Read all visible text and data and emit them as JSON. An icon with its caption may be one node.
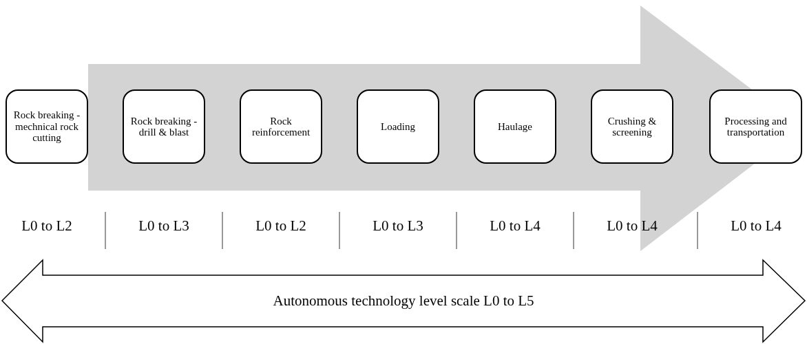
{
  "diagram": {
    "nodes": [
      {
        "text": [
          "Rock breaking - mechnical rock cutting"
        ]
      },
      {
        "text": [
          "Rock breaking - drill & blast"
        ]
      },
      {
        "text": [
          "Rock reinforcement"
        ]
      },
      {
        "text": [
          "Loading"
        ]
      },
      {
        "text": [
          "Haulage"
        ]
      },
      {
        "text": [
          "Crushing & screening"
        ]
      },
      {
        "text": [
          "Processing and transportation"
        ]
      },
      {
        "text": [
          "Autonomous technology level scale L0 to L5"
        ]
      }
    ],
    "edges": [
      {
        "from": 0,
        "to": 6,
        "arrow": "to",
        "style": "thick",
        "color": "#d3d3d3"
      }
    ],
    "labels": [
      "L0 to L2",
      "L0 to L3",
      "L0 to L2",
      "L0 to L3",
      "L0 to L4",
      "L0 to L4",
      "L0 to L4"
    ]
  }
}
